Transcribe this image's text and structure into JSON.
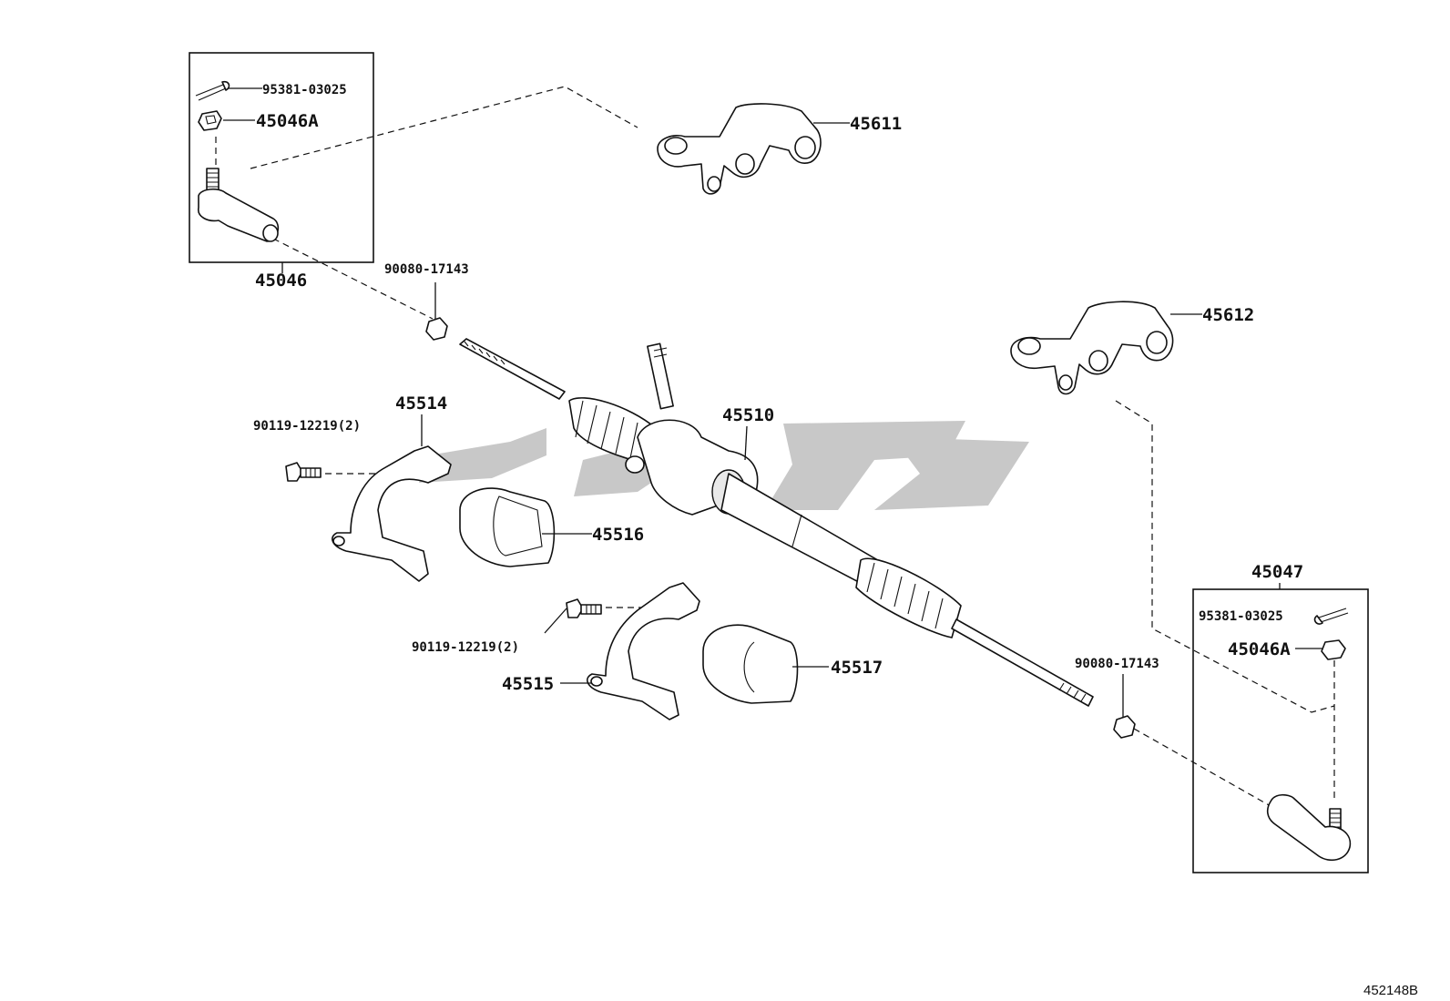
{
  "diagram_id": "452148B",
  "callouts": {
    "tie_rod_end_lh": "45046",
    "tie_rod_end_rh": "45047",
    "cotter_pin_lh": "95381-03025",
    "cotter_pin_rh": "95381-03025",
    "nut_lh": "45046A",
    "nut_rh": "45046A",
    "lock_nut_lh": "90080-17143",
    "lock_nut_rh": "90080-17143",
    "steering_knuckle_arm_lh": "45611",
    "steering_knuckle_arm_rh": "45612",
    "gear_assy": "45510",
    "bracket_lh": "45514",
    "bracket_rh": "45515",
    "grommet_lh": "45516",
    "grommet_rh": "45517",
    "bolt_lh": "90119-12219(2)",
    "bolt_rh": "90119-12219(2)"
  }
}
